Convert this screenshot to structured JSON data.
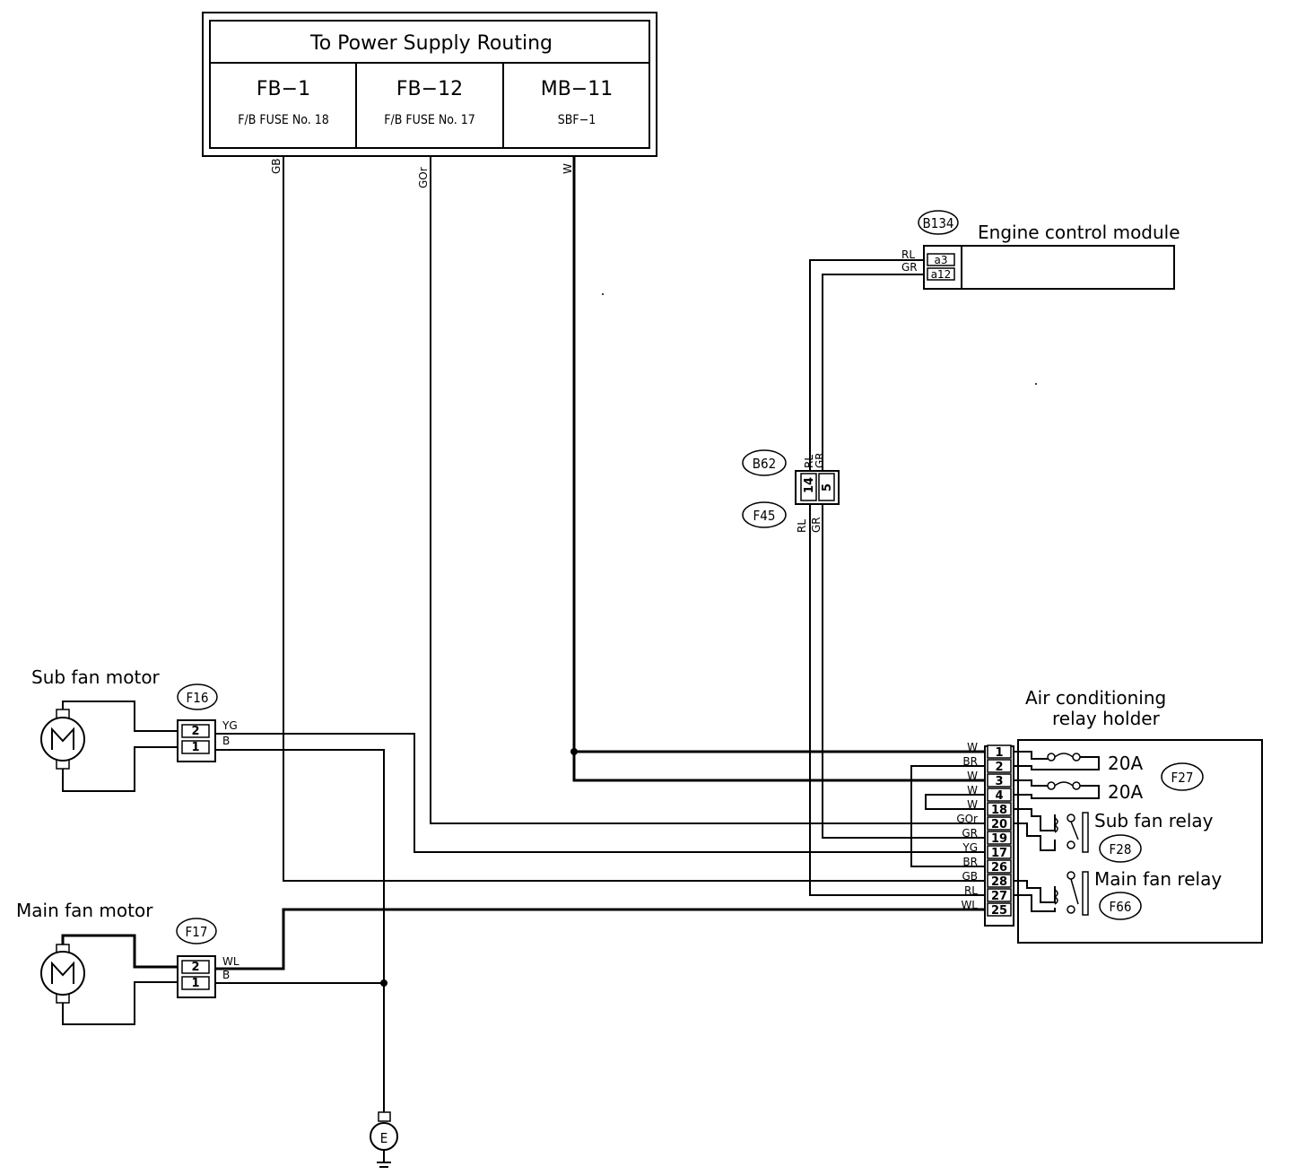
{
  "power_supply": {
    "title": "To Power Supply Routing",
    "sources": [
      {
        "id": "FB−1",
        "sub": "F/B FUSE No. 18"
      },
      {
        "id": "FB−12",
        "sub": "F/B FUSE No. 17"
      },
      {
        "id": "MB−11",
        "sub": "SBF−1"
      }
    ]
  },
  "wire_colors_top": [
    "GB",
    "GOr",
    "W"
  ],
  "ecm": {
    "connector": "B134",
    "label": "Engine control module",
    "pins": [
      "a3",
      "a12"
    ],
    "wires": [
      "RL",
      "GR"
    ]
  },
  "joint": {
    "top_connector": "B62",
    "bottom_connector": "F45",
    "pins": [
      "14",
      "5"
    ],
    "wires_top": [
      "RL",
      "GR"
    ],
    "wires_bottom": [
      "RL",
      "GR"
    ]
  },
  "sub_fan": {
    "label": "Sub fan motor",
    "connector": "F16",
    "pins": [
      "2",
      "1"
    ],
    "wires": [
      "YG",
      "B"
    ]
  },
  "main_fan": {
    "label": "Main fan motor",
    "connector": "F17",
    "pins": [
      "2",
      "1"
    ],
    "wires": [
      "WL",
      "B"
    ]
  },
  "ground": {
    "symbol": "E"
  },
  "relay_holder": {
    "label_line1": "Air conditioning",
    "label_line2": "relay holder",
    "pins": [
      "1",
      "2",
      "3",
      "4",
      "18",
      "20",
      "19",
      "17",
      "26",
      "28",
      "27",
      "25"
    ],
    "wires": [
      "W",
      "BR",
      "W",
      "W",
      "W",
      "GOr",
      "GR",
      "YG",
      "BR",
      "GB",
      "RL",
      "WL"
    ],
    "fuse_rating_1": "20A",
    "fuse_rating_2": "20A",
    "fuse_connector": "F27",
    "sub_relay": {
      "label": "Sub fan relay",
      "connector": "F28"
    },
    "main_relay": {
      "label": "Main fan relay",
      "connector": "F66"
    }
  }
}
